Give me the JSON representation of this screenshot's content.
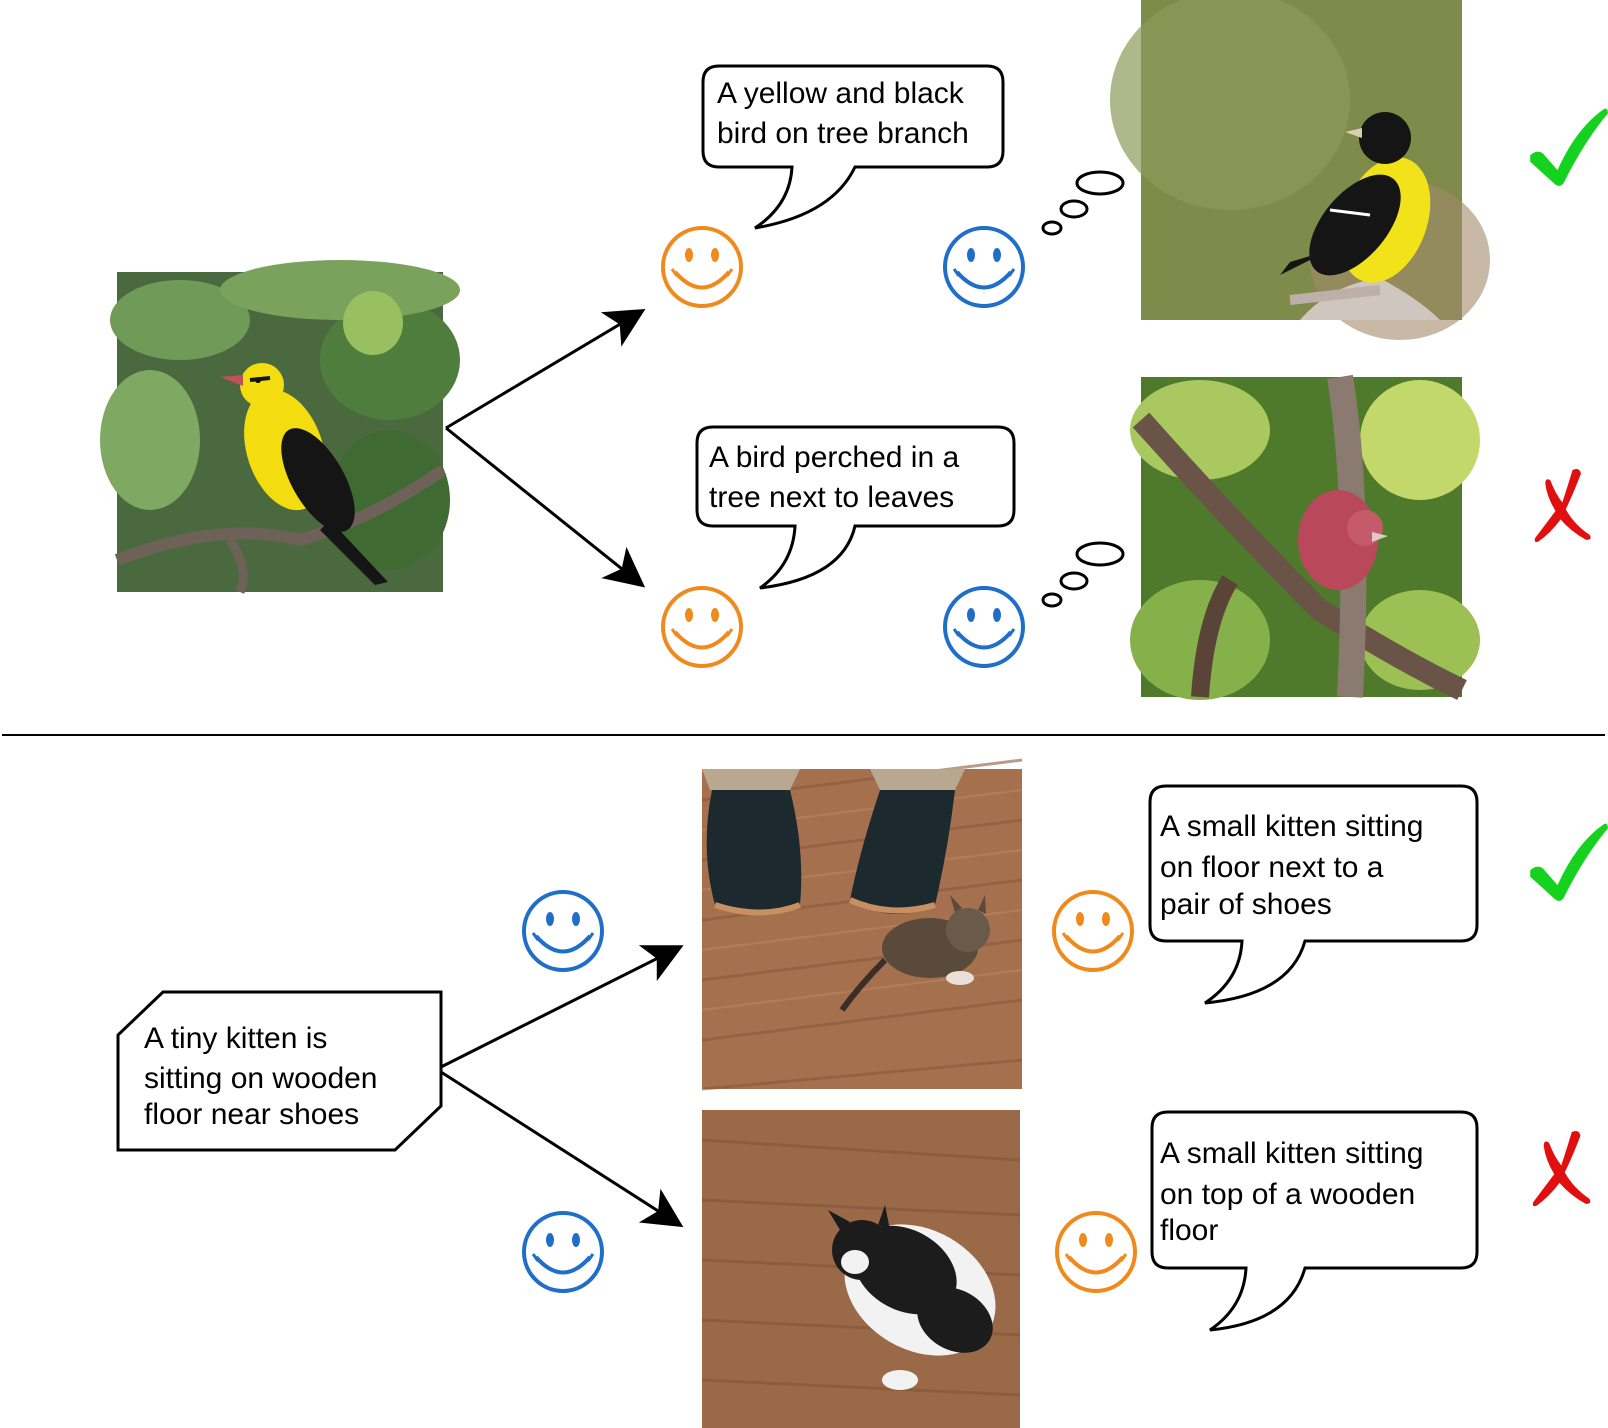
{
  "top": {
    "source_image": "photo of a yellow and black oriole on a fig tree branch",
    "upper": {
      "caption": [
        "A yellow and black",
        "bird on tree branch"
      ],
      "speaker": "orange-smiley",
      "listener": "blue-smiley",
      "generated_image": "yellow and black bird perched on a branch",
      "verdict": "check-mark"
    },
    "lower": {
      "caption": [
        "A bird perched in a",
        "tree next to leaves"
      ],
      "speaker": "orange-smiley",
      "listener": "blue-smiley",
      "generated_image": "red bird perched in a tree among leaves",
      "verdict": "cross-mark"
    }
  },
  "bottom": {
    "source_caption": [
      "A tiny kitten is",
      "sitting on wooden",
      "floor near shoes"
    ],
    "upper": {
      "generator": "blue-smiley",
      "generated_image": "kitten lying on wooden floor next to a pair of shoes",
      "speaker": "orange-smiley",
      "caption": [
        "A small kitten sitting",
        "on floor next to a",
        "pair of shoes"
      ],
      "verdict": "check-mark"
    },
    "lower": {
      "generator": "blue-smiley",
      "generated_image": "kitten lying on a wooden floor",
      "speaker": "orange-smiley",
      "caption": [
        "A small kitten sitting",
        "on top of a wooden",
        "floor"
      ],
      "verdict": "cross-mark"
    }
  },
  "colors": {
    "speaker": "#f08a1c",
    "listener": "#1f6fc8",
    "check": "#14d21e",
    "cross": "#e01010",
    "line": "#000000"
  }
}
